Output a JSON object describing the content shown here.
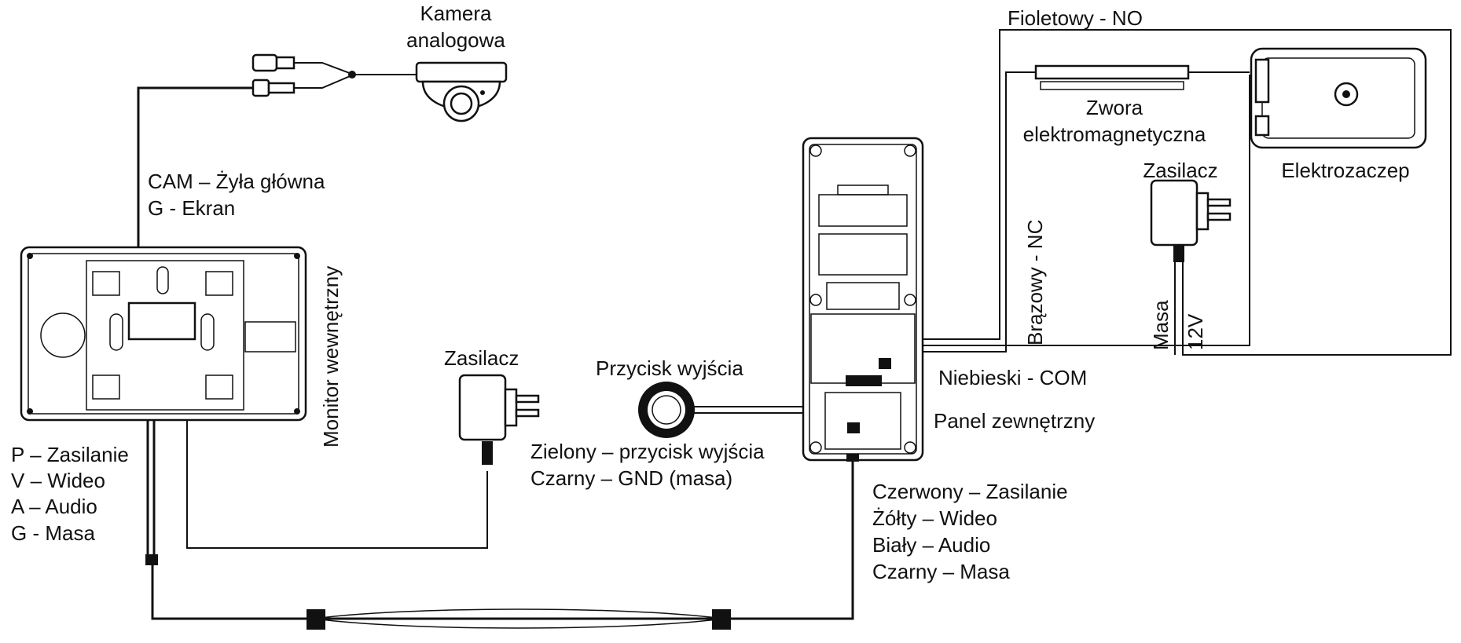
{
  "labels": {
    "camera_line1": "Kamera",
    "camera_line2": "analogowa",
    "cam_core": "CAM – Żyła główna",
    "cam_shield": "G - Ekran",
    "monitor": "Monitor wewnętrzny",
    "monitor_psu": "Zasilacz",
    "exit_button": "Przycisk wyjścia",
    "exit_green": "Zielony – przycisk wyjścia",
    "exit_black": "Czarny – GND (masa)",
    "monitor_p": "P – Zasilanie",
    "monitor_v": "V – Wideo",
    "monitor_a": "A – Audio",
    "monitor_g": "G - Masa",
    "panel": "Panel zewnętrzny",
    "com": "Niebieski - COM",
    "nc": "Brązowy - NC",
    "no": "Fioletowy - NO",
    "armature_line1": "Zwora",
    "armature_line2": "elektromagnetyczna",
    "lock_psu": "Zasilacz",
    "strike": "Elektrozaczep",
    "ground": "Masa",
    "volt": "12V",
    "panel_red": "Czerwony – Zasilanie",
    "panel_yellow": "Żółty – Wideo",
    "panel_white": "Biały – Audio",
    "panel_black": "Czarny – Masa"
  }
}
